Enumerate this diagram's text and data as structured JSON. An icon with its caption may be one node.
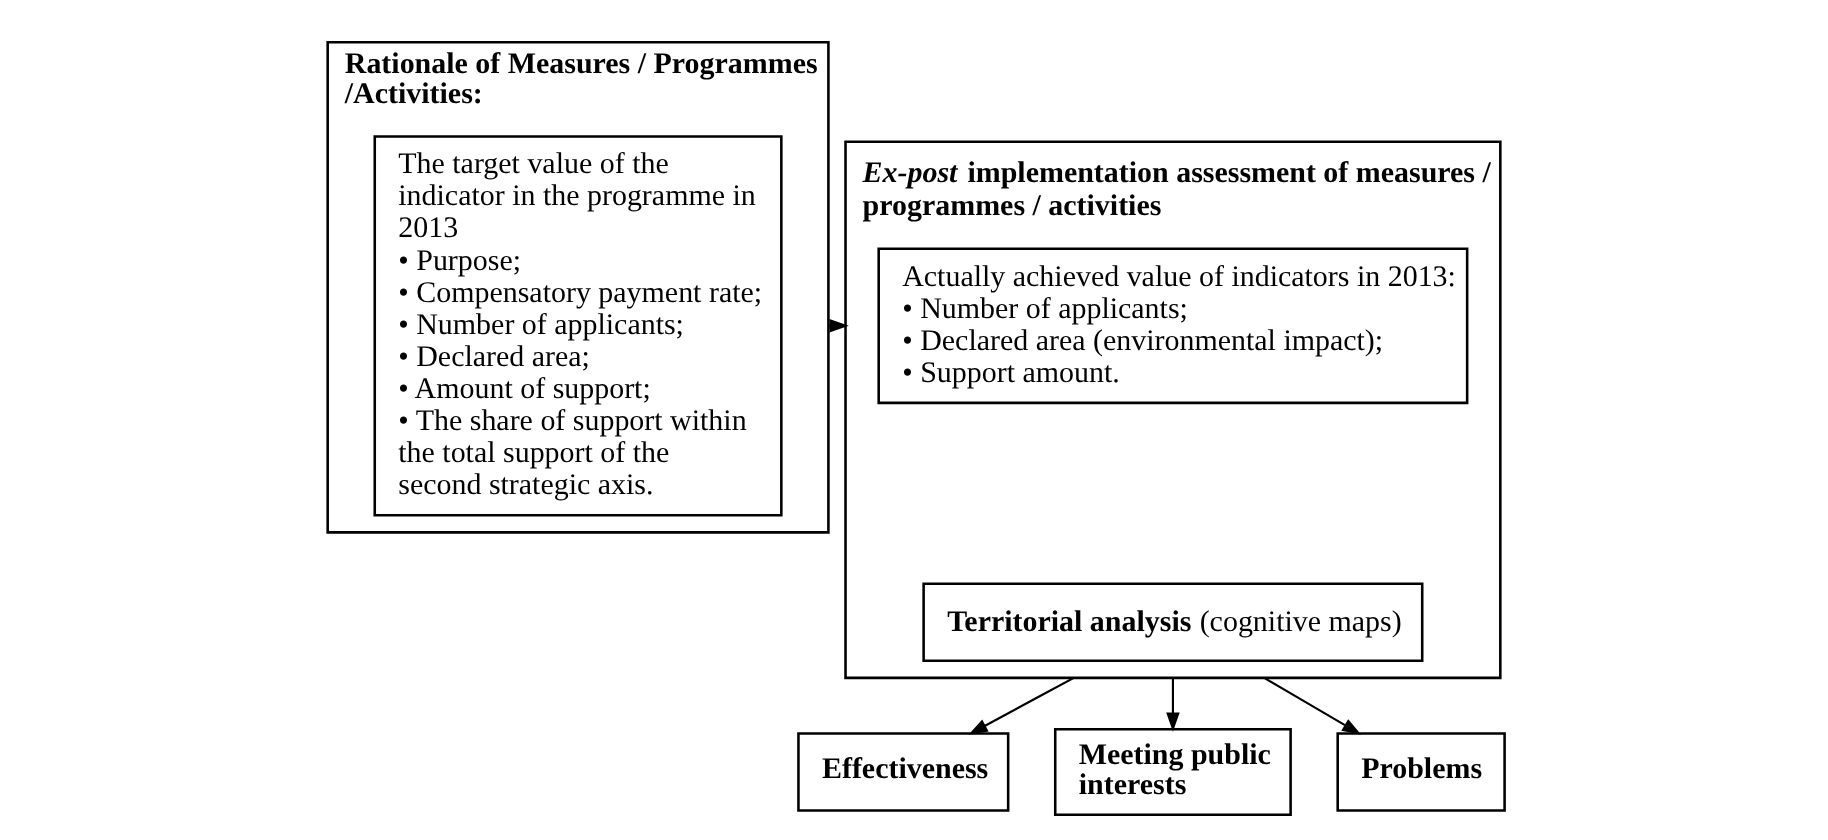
{
  "diagram": {
    "nodes": [
      {
        "text": [
          "**Rationale of Measures / Programmes /Activities:**"
        ]
      },
      {
        "text": [
          "The target value of the indicator in the programme in 2013",
          "• Purpose;",
          "• Compensatory payment rate;",
          "• Number of applicants;",
          "• Declared area;",
          "• Amount of support;",
          "• The share of support within the total support of the second strategic axis."
        ],
        "in": 0
      },
      {
        "text": [
          "***Ex-post* implementation assessment of measures / programmes / activities**"
        ]
      },
      {
        "text": [
          "Actually achieved value of indicators in 2013:",
          "• Number of applicants;",
          "• Declared area (environmental impact);",
          "• Support amount."
        ],
        "in": 2
      },
      {
        "text": [
          "**Territorial analysis** (cognitive maps)"
        ],
        "in": 2
      },
      {
        "text": [
          "**Effectiveness**"
        ]
      },
      {
        "text": [
          "**Meeting public interests**"
        ]
      },
      {
        "text": [
          "**Problems**"
        ]
      }
    ],
    "edges": [
      {
        "from": 0,
        "to": 2,
        "arrow": "to"
      },
      {
        "from": 2,
        "to": 5,
        "arrow": "to"
      },
      {
        "from": 2,
        "to": 6,
        "arrow": "to"
      },
      {
        "from": 2,
        "to": 7,
        "arrow": "to"
      }
    ]
  }
}
